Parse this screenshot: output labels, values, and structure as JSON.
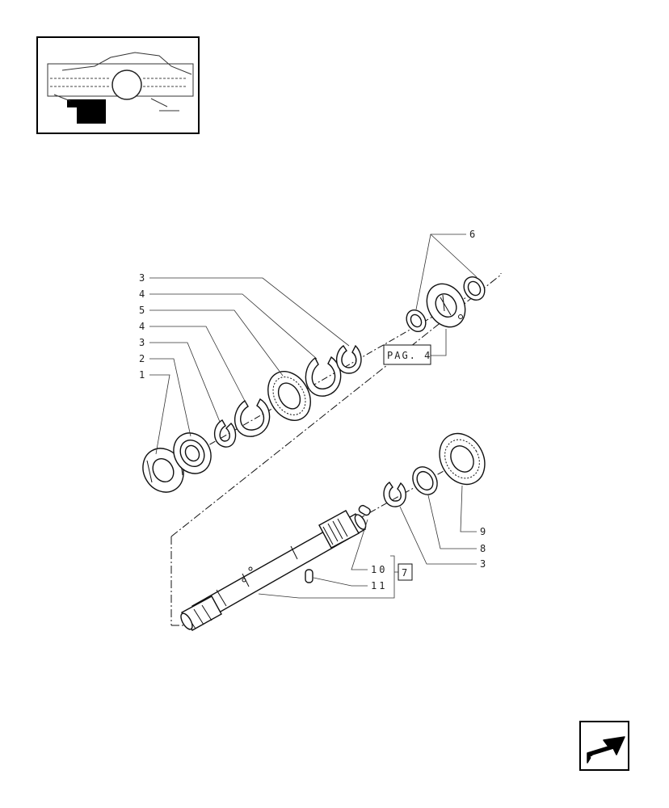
{
  "callouts": {
    "c1": "1",
    "c2": "2",
    "c3a": "3",
    "c4a": "4",
    "c5": "5",
    "c4b": "4",
    "c3b": "3",
    "c6": "6",
    "c3c": "3",
    "c8": "8",
    "c9": "9",
    "c10": "10",
    "c11": "11"
  },
  "ref_box": "PAG. 4",
  "group_box": "7",
  "icons": {
    "thumbnail": "assembly-location-thumbnail",
    "nav": "back-arrow-icon"
  }
}
